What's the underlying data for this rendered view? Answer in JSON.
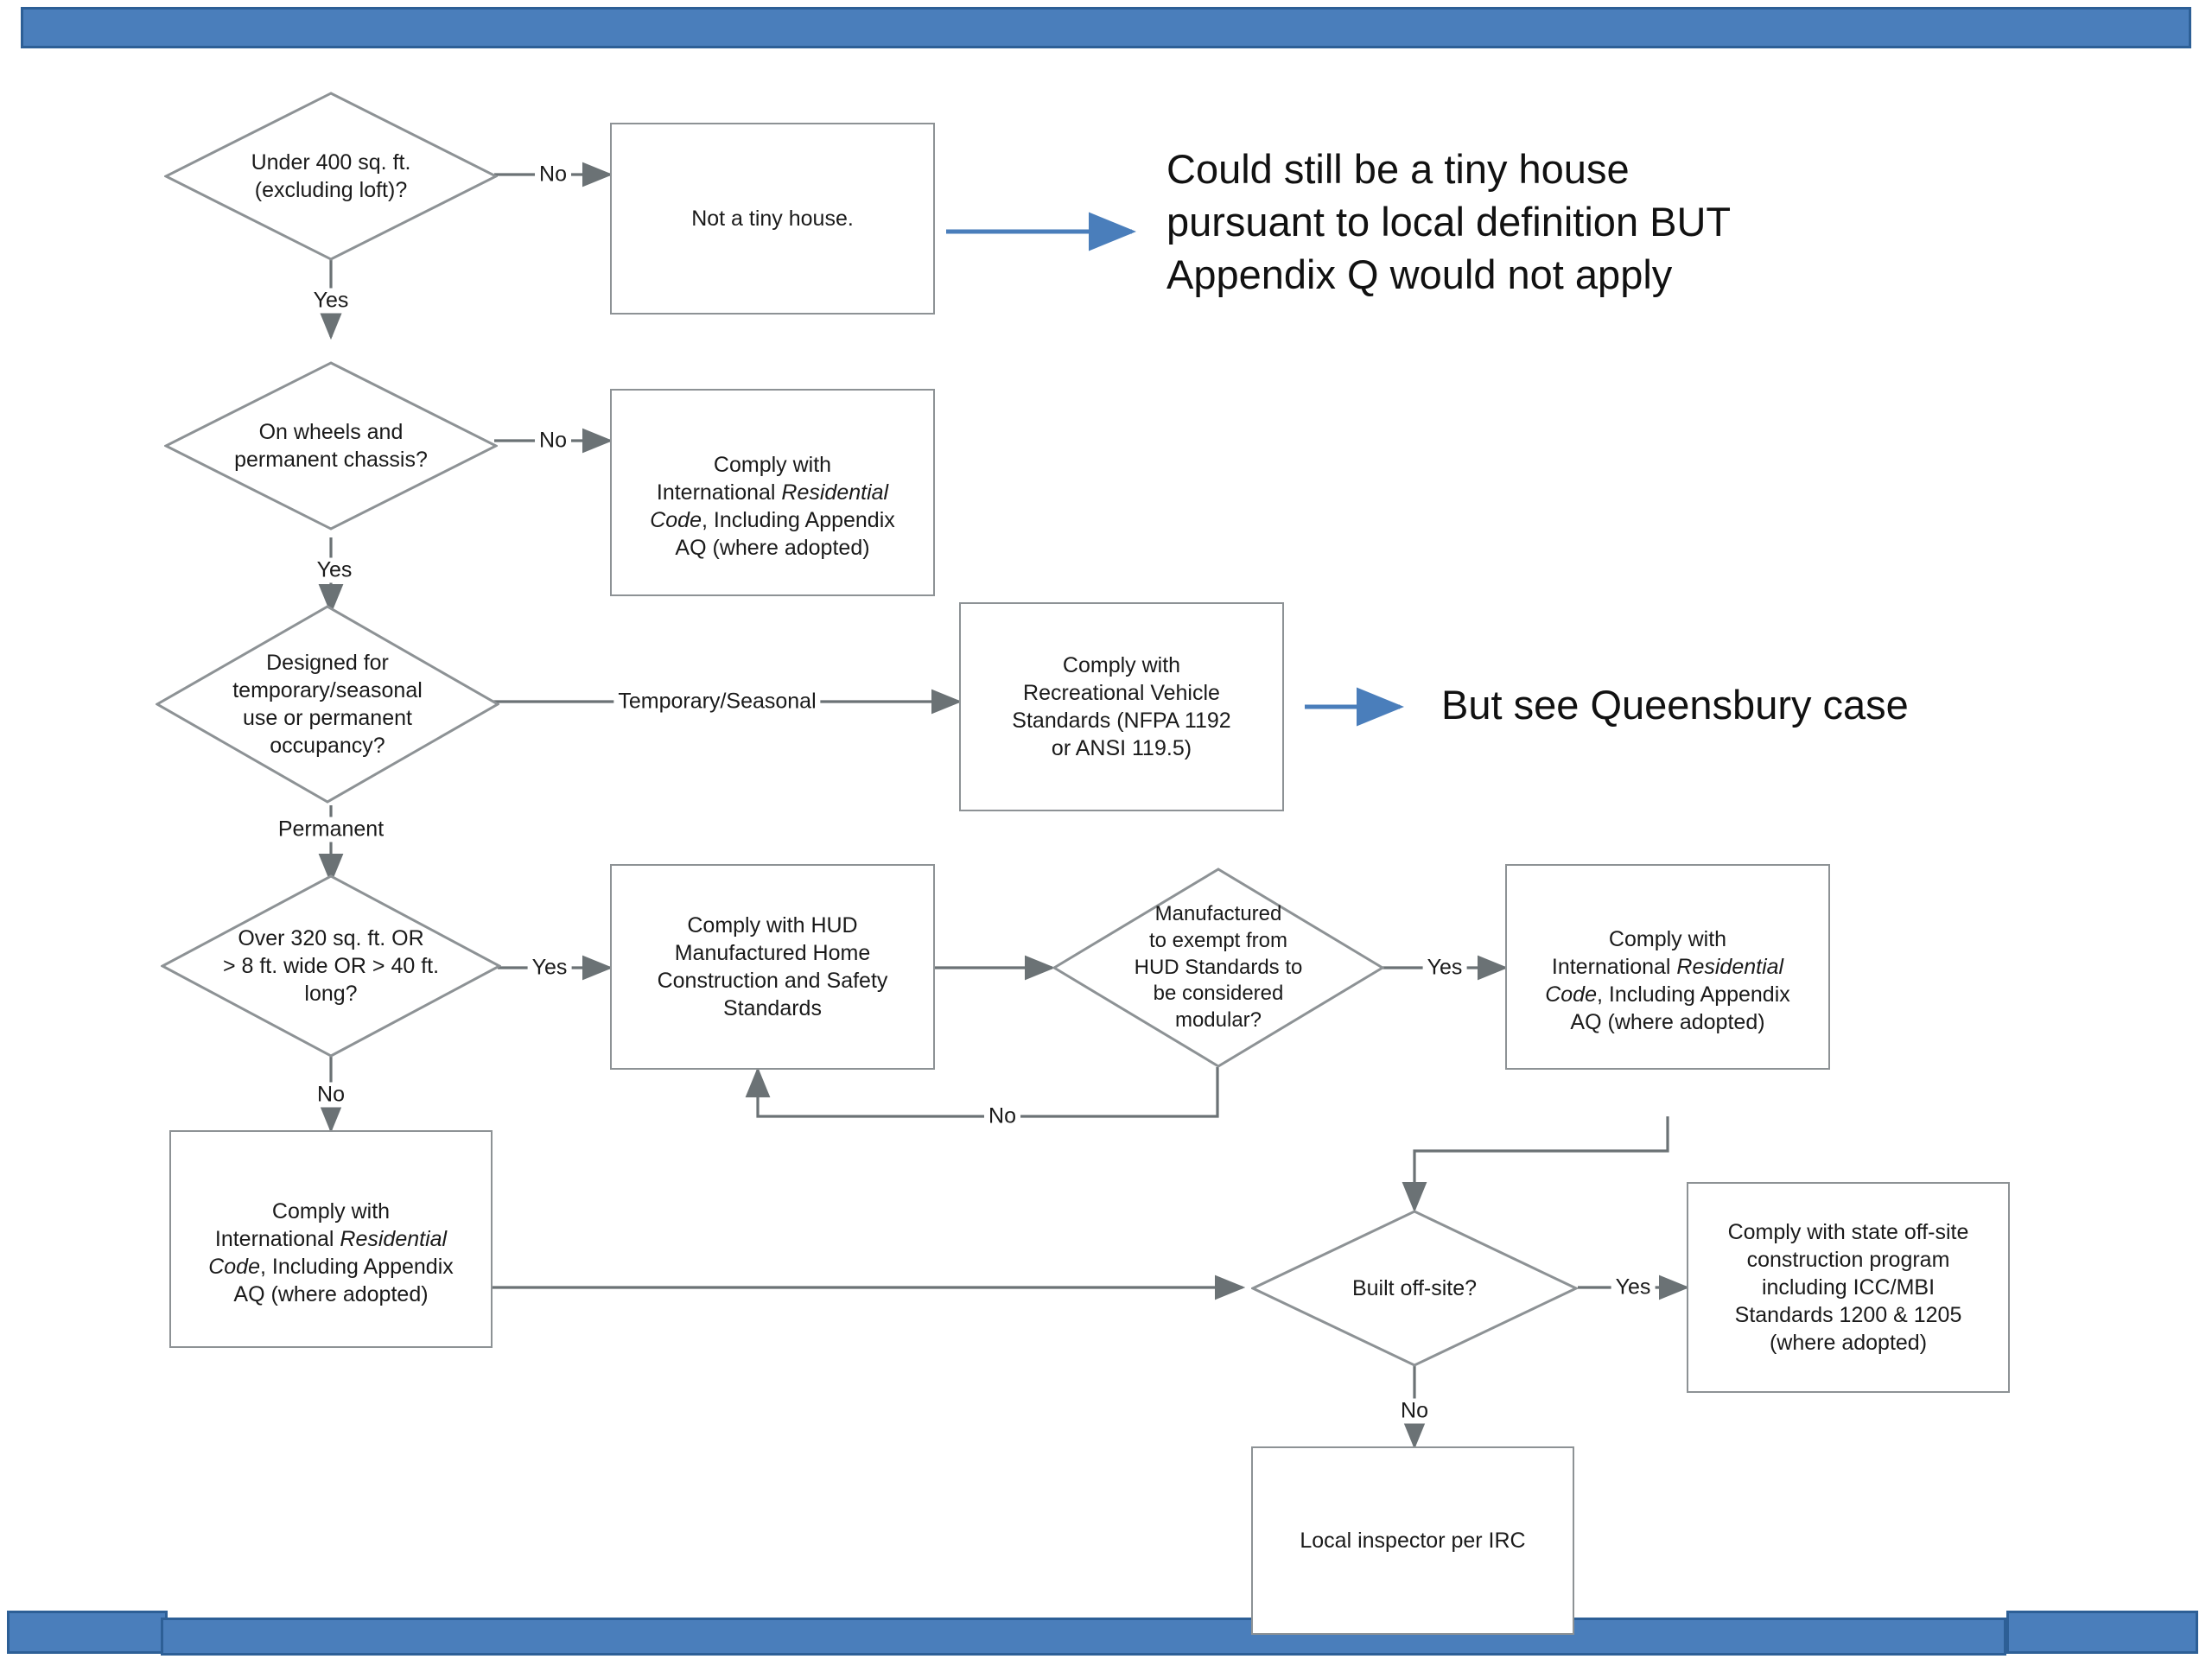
{
  "slide": {
    "band_color": "#4a7ebb",
    "band_edge_color": "#2d5f96",
    "background": "#ffffff"
  },
  "flowchart": {
    "title": "Tiny house code applicability decision flowchart",
    "shape_stroke": "#8d9295",
    "connector_color": "#6b7275",
    "annotation_arrow_color": "#4a7ebb",
    "nodes": [
      {
        "id": "n1",
        "type": "decision",
        "label": "Under 400 sq. ft.\n(excluding loft)?"
      },
      {
        "id": "n2",
        "type": "process",
        "label": "Not a tiny house."
      },
      {
        "id": "n3",
        "type": "decision",
        "label": "On wheels and\npermanent chassis?"
      },
      {
        "id": "n4",
        "type": "process",
        "label_pre": "Comply with\nInternational ",
        "label_ital1": "Residential",
        "label_mid": "\n",
        "label_ital2": "Code",
        "label_post": ", Including Appendix\nAQ (where adopted)"
      },
      {
        "id": "n5",
        "type": "decision",
        "label": "Designed for\ntemporary/seasonal\nuse or permanent\noccupancy?"
      },
      {
        "id": "n6",
        "type": "process",
        "label": "Comply with\nRecreational Vehicle\nStandards (NFPA 1192\nor ANSI 119.5)"
      },
      {
        "id": "n7",
        "type": "decision",
        "label": "Over 320 sq. ft. OR\n> 8 ft. wide OR > 40 ft.\nlong?"
      },
      {
        "id": "n8",
        "type": "process",
        "label": "Comply with HUD\nManufactured Home\nConstruction and Safety\nStandards"
      },
      {
        "id": "n9",
        "type": "decision",
        "label": "Manufactured\nto exempt from\nHUD Standards to\nbe considered\nmodular?"
      },
      {
        "id": "n10",
        "type": "process",
        "label_pre": "Comply with\nInternational ",
        "label_ital1": "Residential",
        "label_mid": "\n",
        "label_ital2": "Code",
        "label_post": ", Including Appendix\nAQ (where adopted)"
      },
      {
        "id": "n11",
        "type": "process",
        "label_pre": "Comply with\nInternational ",
        "label_ital1": "Residential",
        "label_mid": "\n",
        "label_ital2": "Code",
        "label_post": ", Including Appendix\nAQ (where adopted)"
      },
      {
        "id": "n12",
        "type": "decision",
        "label": "Built off-site?"
      },
      {
        "id": "n13",
        "type": "process",
        "label": "Comply with state off-site\nconstruction program\nincluding ICC/MBI\nStandards 1200 & 1205\n(where adopted)"
      },
      {
        "id": "n14",
        "type": "process",
        "label": "Local inspector per IRC"
      }
    ],
    "edge_labels": [
      {
        "id": "e1",
        "text": "No"
      },
      {
        "id": "e2",
        "text": "Yes"
      },
      {
        "id": "e3",
        "text": "No"
      },
      {
        "id": "e4",
        "text": "Yes"
      },
      {
        "id": "e5",
        "text": "Temporary/Seasonal"
      },
      {
        "id": "e6",
        "text": "Permanent"
      },
      {
        "id": "e7",
        "text": "Yes"
      },
      {
        "id": "e8",
        "text": "No"
      },
      {
        "id": "e9",
        "text": "Yes"
      },
      {
        "id": "e10",
        "text": "No"
      },
      {
        "id": "e11",
        "text": "Yes"
      },
      {
        "id": "e12",
        "text": "No"
      }
    ]
  },
  "annotations": [
    {
      "id": "a1",
      "text": "Could still be a tiny house\npursuant to local definition BUT\nAppendix Q would not apply"
    },
    {
      "id": "a2",
      "text": "But see Queensbury case"
    }
  ]
}
